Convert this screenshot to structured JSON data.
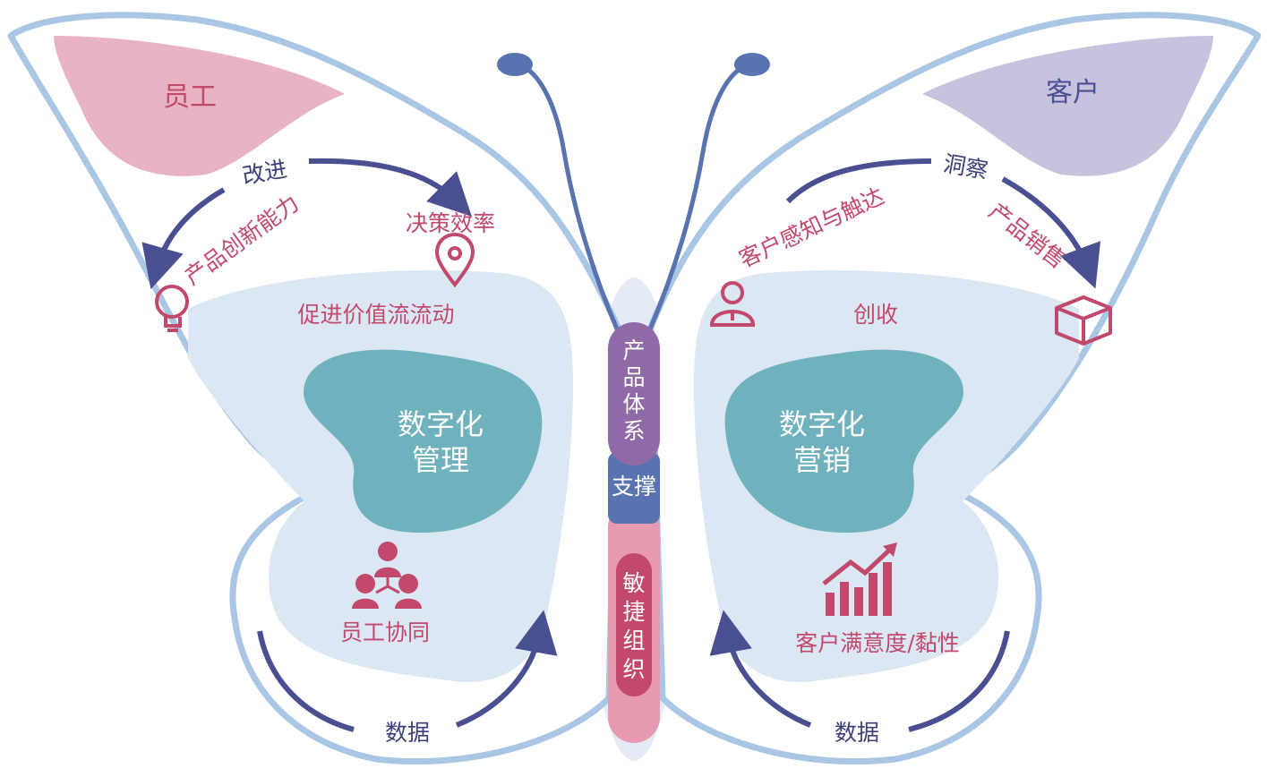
{
  "left_wing": {
    "region": "员工",
    "arrow_top": "改进",
    "label_left": "产品创新能力",
    "label_right": "决策效率",
    "promote": "促进价值流流动",
    "core_line1": "数字化",
    "core_line2": "管理",
    "collab": "员工协同",
    "data": "数据"
  },
  "right_wing": {
    "region": "客户",
    "arrow_top": "洞察",
    "label_left": "客户感知与触达",
    "label_right": "产品销售",
    "revenue": "创收",
    "core_line1": "数字化",
    "core_line2": "营销",
    "satisfaction": "客户满意度/黏性",
    "data": "数据"
  },
  "body": {
    "top": [
      "产",
      "品",
      "体",
      "系"
    ],
    "middle": "支撑",
    "bottom": [
      "敏",
      "捷",
      "组",
      "织"
    ]
  },
  "colors": {
    "wing_outline": "#a9c6e4",
    "inner_fill": "#dbe8f4",
    "core_fill": "#6fb2be",
    "employee_fill": "#e8b4c4",
    "customer_fill": "#c6c3de",
    "arrow": "#4a4f92",
    "label_pink": "#c2486c",
    "body_purple": "#8f6aa6",
    "body_blue": "#5873b0",
    "body_pink": "#e89ab0"
  },
  "icons": [
    "lightbulb-icon",
    "location-pin-icon",
    "team-icon",
    "user-icon",
    "box-icon",
    "growth-chart-icon"
  ]
}
